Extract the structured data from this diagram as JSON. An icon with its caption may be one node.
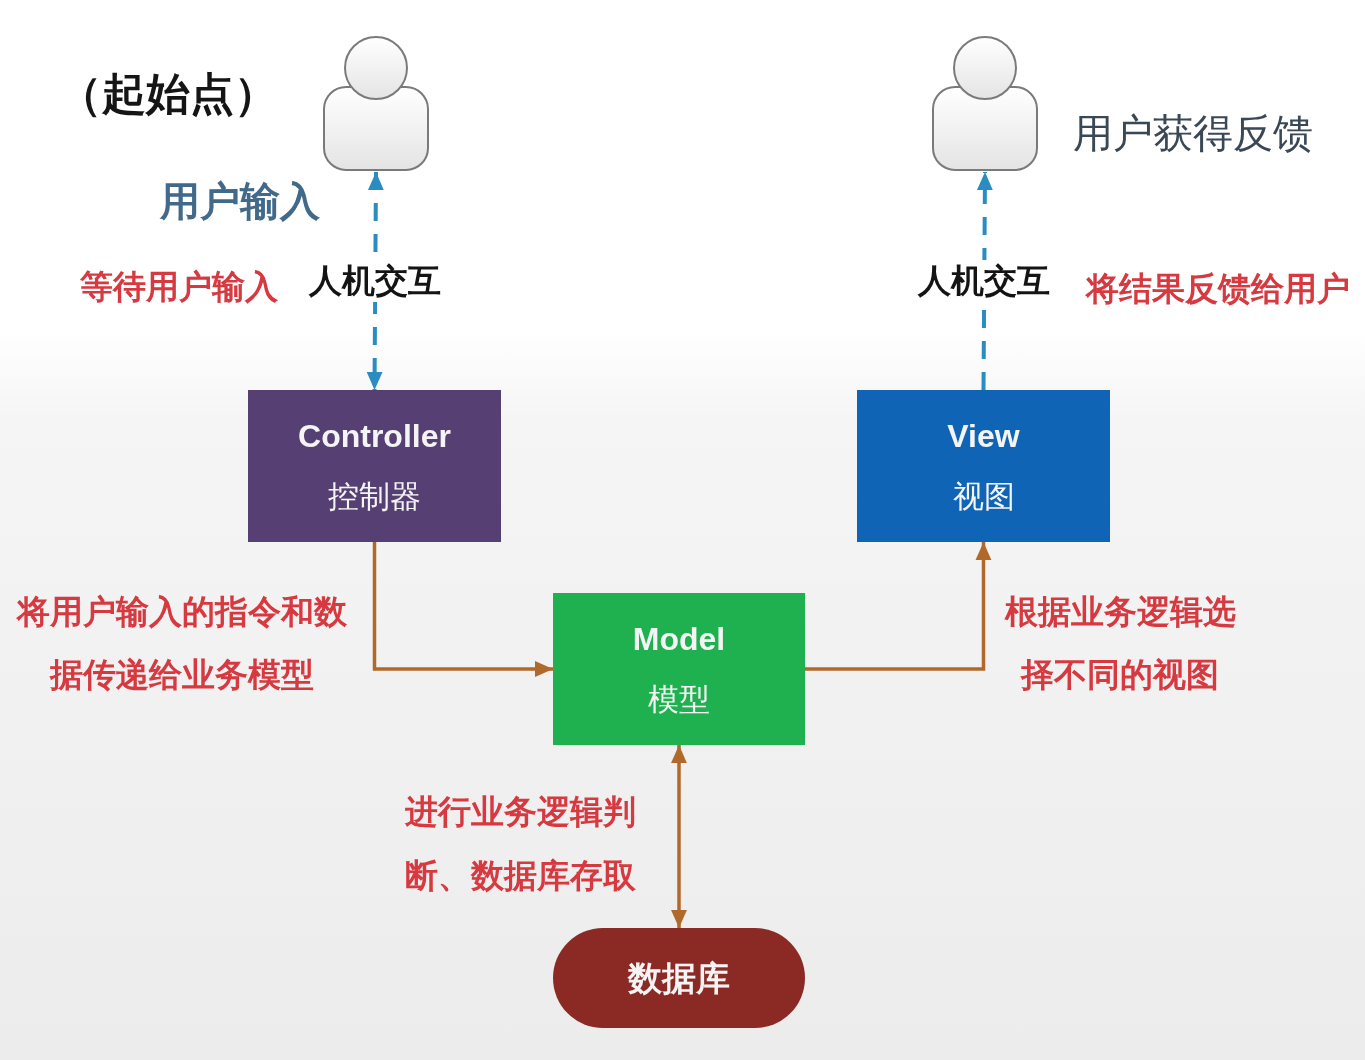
{
  "diagram": {
    "nodes": [
      {
        "text": [],
        "shape": "person",
        "beside": [
          "（起始点）"
        ]
      },
      {
        "text": [],
        "shape": "person",
        "beside": [
          "用户获得反馈"
        ]
      },
      {
        "text": [
          "Controller",
          "控制器"
        ]
      },
      {
        "text": [
          "View",
          "视图"
        ]
      },
      {
        "text": [
          "Model",
          "模型"
        ]
      },
      {
        "text": [
          "数据库"
        ]
      }
    ],
    "edges": [
      {
        "from": 0,
        "to": 2,
        "arrow": "both",
        "label": "人机交互",
        "style": "dashed",
        "color": "#2a8cc0"
      },
      {
        "from": 3,
        "to": 1,
        "arrow": "to",
        "label": "人机交互",
        "style": "dashed",
        "color": "#2a8cc0"
      },
      {
        "from": 2,
        "to": 4,
        "arrow": "to"
      },
      {
        "from": 4,
        "to": 3,
        "arrow": "to"
      },
      {
        "from": 4,
        "to": 5,
        "arrow": "both"
      }
    ],
    "labels": [
      "用户输入",
      "等待用户输入",
      "将结果反馈给用户",
      "将用户输入的指令和数据传递给业务模型",
      "根据业务逻辑选择不同的视图",
      "进行业务逻辑判断、数据库存取"
    ]
  }
}
